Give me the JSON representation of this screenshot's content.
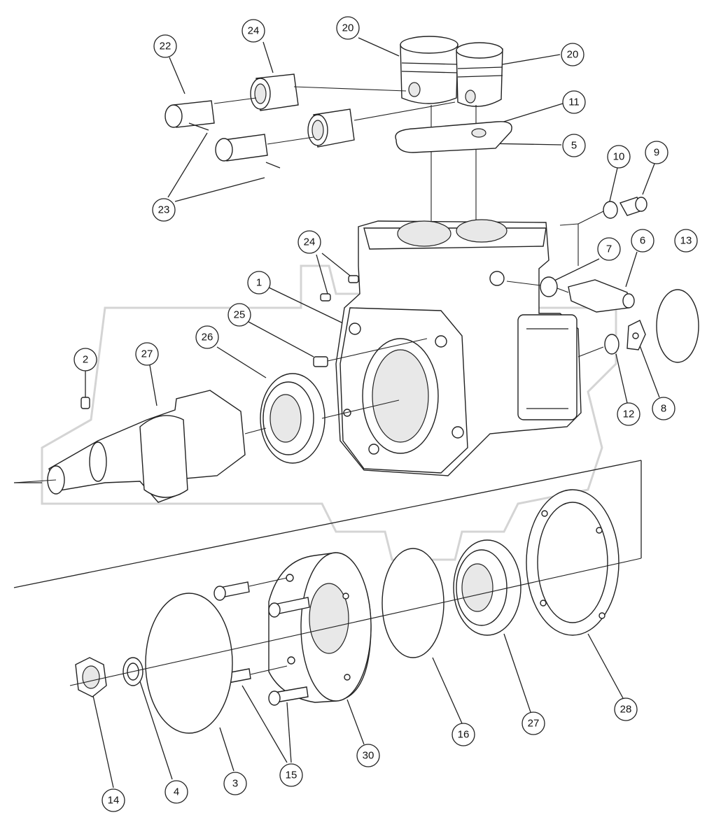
{
  "callouts": [
    {
      "id": "c-20a",
      "label": "20"
    },
    {
      "id": "c-20b",
      "label": "20"
    },
    {
      "id": "c-24a",
      "label": "24"
    },
    {
      "id": "c-22",
      "label": "22"
    },
    {
      "id": "c-11",
      "label": "11"
    },
    {
      "id": "c-5",
      "label": "5"
    },
    {
      "id": "c-10",
      "label": "10"
    },
    {
      "id": "c-9",
      "label": "9"
    },
    {
      "id": "c-23",
      "label": "23"
    },
    {
      "id": "c-24b",
      "label": "24"
    },
    {
      "id": "c-7",
      "label": "7"
    },
    {
      "id": "c-6",
      "label": "6"
    },
    {
      "id": "c-13",
      "label": "13"
    },
    {
      "id": "c-1",
      "label": "1"
    },
    {
      "id": "c-25",
      "label": "25"
    },
    {
      "id": "c-26",
      "label": "26"
    },
    {
      "id": "c-2",
      "label": "2"
    },
    {
      "id": "c-27a",
      "label": "27"
    },
    {
      "id": "c-12",
      "label": "12"
    },
    {
      "id": "c-8",
      "label": "8"
    },
    {
      "id": "c-30",
      "label": "30"
    },
    {
      "id": "c-16",
      "label": "16"
    },
    {
      "id": "c-27b",
      "label": "27"
    },
    {
      "id": "c-28",
      "label": "28"
    },
    {
      "id": "c-14",
      "label": "14"
    },
    {
      "id": "c-4",
      "label": "4"
    },
    {
      "id": "c-3",
      "label": "3"
    },
    {
      "id": "c-15",
      "label": "15"
    }
  ]
}
